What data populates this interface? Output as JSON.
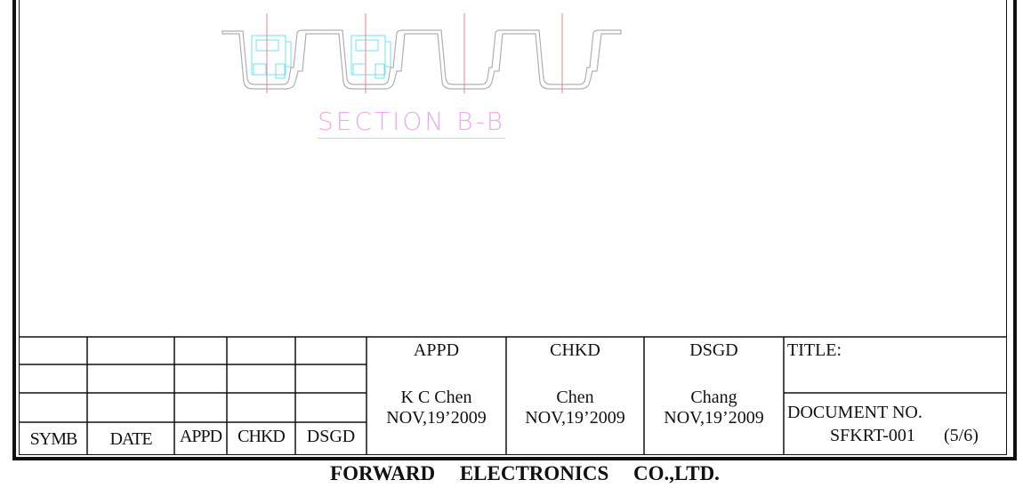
{
  "drawing": {
    "section_label": "SECTION B-B",
    "colors": {
      "outline": "#b0b0b0",
      "centerline": "#f08080",
      "component": "#60e0f0",
      "label": "#f0a8f0"
    }
  },
  "revision_table": {
    "headers": [
      "SYMB",
      "DATE",
      "APPD",
      "CHKD",
      "DSGD"
    ]
  },
  "signoff": [
    {
      "role": "APPD",
      "name": "K C Chen",
      "date": "NOV,19’2009"
    },
    {
      "role": "CHKD",
      "name": "Chen",
      "date": "NOV,19’2009"
    },
    {
      "role": "DSGD",
      "name": "Chang",
      "date": "NOV,19’2009"
    }
  ],
  "title_block": {
    "title_label": "TITLE:",
    "doc_no_label": "DOCUMENT NO.",
    "doc_no": "SFKRT-001",
    "sheet": "(5/6)"
  },
  "footer": {
    "company": "FORWARD ELECTRONICS CO.,LTD."
  }
}
